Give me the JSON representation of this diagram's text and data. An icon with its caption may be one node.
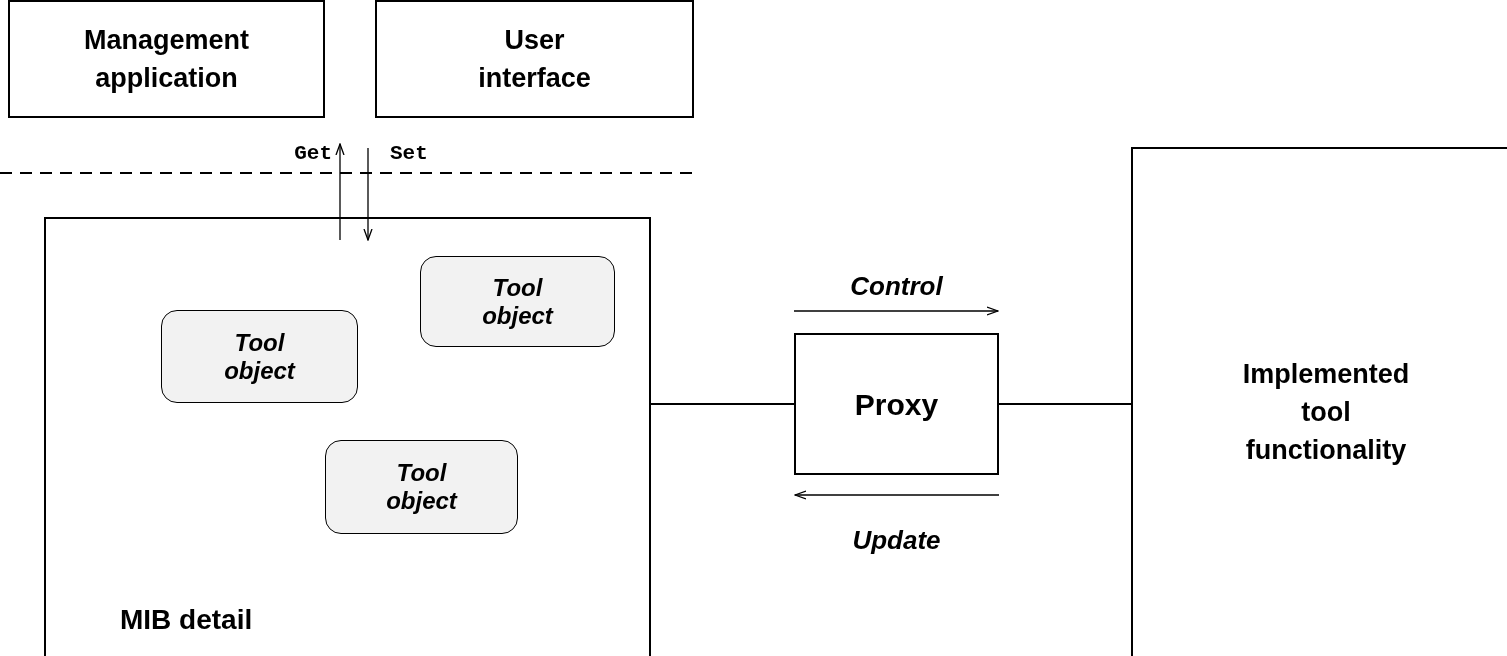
{
  "diagram": {
    "nodes": [
      {
        "text": [
          "Management application"
        ]
      },
      {
        "text": [
          "User interface"
        ]
      },
      {
        "text": [
          "MIB detail"
        ]
      },
      {
        "text": [
          "Tool object"
        ],
        "in": 2
      },
      {
        "text": [
          "Tool object"
        ],
        "in": 2
      },
      {
        "text": [
          "Tool object"
        ],
        "in": 2
      },
      {
        "text": [
          "Proxy"
        ]
      },
      {
        "text": [
          "Implemented tool functionality"
        ]
      }
    ],
    "edges": [
      {
        "from": 2,
        "to": 0,
        "arrow": "to",
        "label": "Get"
      },
      {
        "from": 1,
        "to": 2,
        "arrow": "to",
        "label": "Set"
      },
      {
        "from": 2,
        "to": 6,
        "arrow": "none"
      },
      {
        "from": 6,
        "to": 7,
        "arrow": "none"
      }
    ],
    "labels": [
      "Control",
      "Update"
    ]
  }
}
